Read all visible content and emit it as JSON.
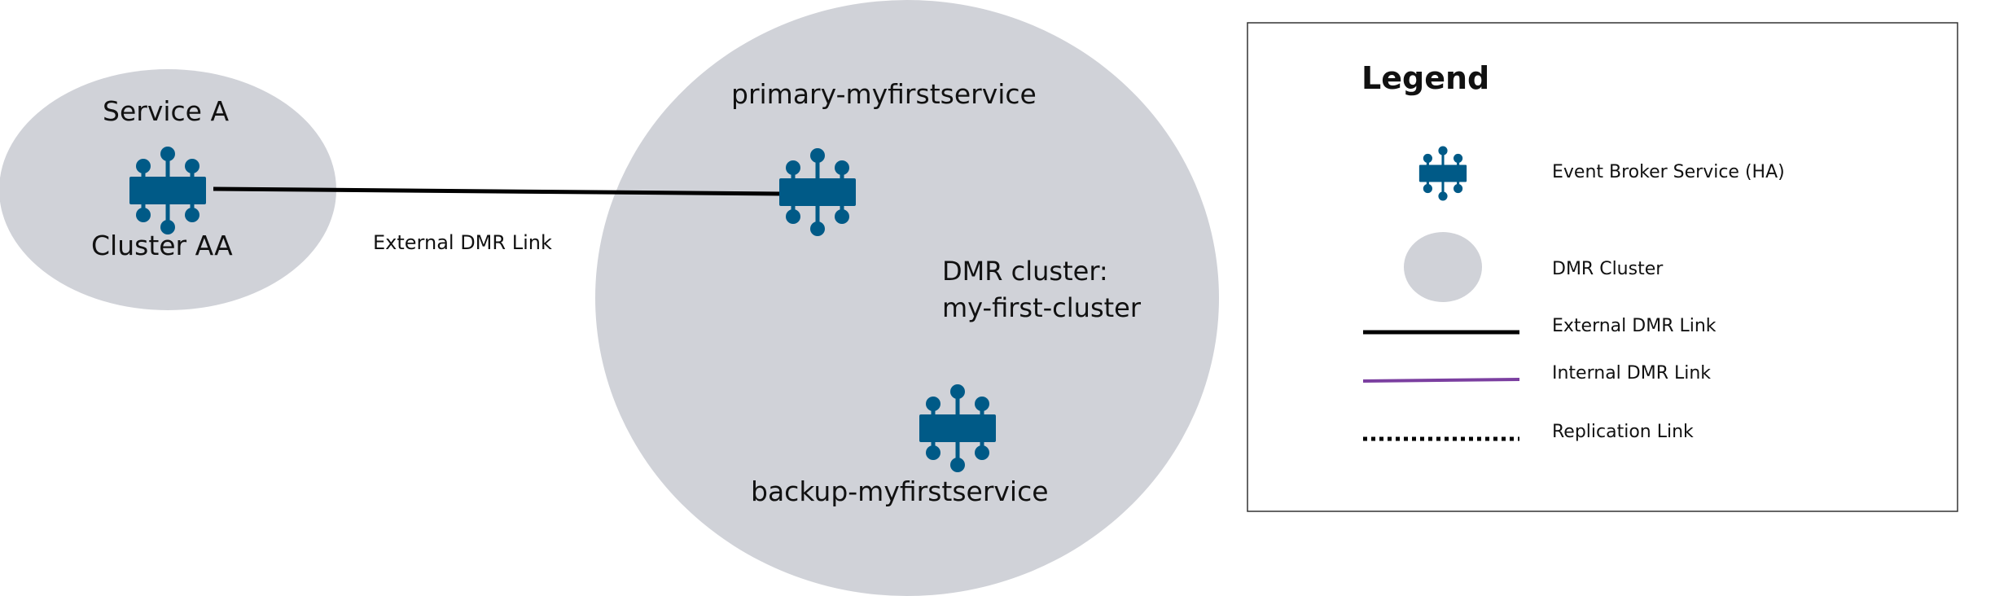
{
  "diagram": {
    "service_a": {
      "title": "Service A",
      "cluster": "Cluster AA"
    },
    "main_cluster": {
      "primary": "primary-myfirstservice",
      "backup": "backup-myfirstservice",
      "cluster_label_line1": "DMR cluster:",
      "cluster_label_line2": "my-first-cluster"
    },
    "link_label": "External DMR Link"
  },
  "legend": {
    "title": "Legend",
    "items": [
      {
        "label": "Event Broker Service (HA)",
        "icon": "event-broker-icon"
      },
      {
        "label": "DMR Cluster",
        "icon": "dmr-cluster-icon"
      },
      {
        "label": "External DMR Link",
        "icon": "external-link-line"
      },
      {
        "label": "Internal DMR Link",
        "icon": "internal-link-line"
      },
      {
        "label": "Replication Link",
        "icon": "replication-link-line"
      }
    ]
  },
  "colors": {
    "cluster_fill": "#d0d2d8",
    "broker": "#005a87",
    "external_link": "#000000",
    "internal_link": "#7b3fa0",
    "replication_link": "#000000"
  }
}
